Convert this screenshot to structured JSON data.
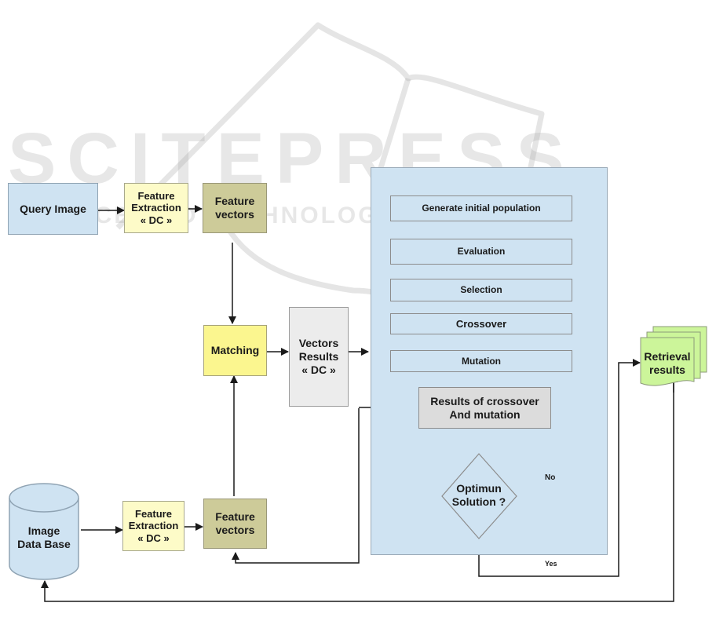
{
  "watermark": {
    "title": "SCITEPRESS",
    "subtitle": "SCIENCE AND TECHNOLOGY PUBLICATIONS"
  },
  "nodes": {
    "query_image": "Query Image",
    "feature_extraction_top": [
      "Feature",
      "Extraction",
      "« DC »"
    ],
    "feature_vectors_top": [
      "Feature",
      "vectors"
    ],
    "matching": "Matching",
    "vectors_results": [
      "Vectors",
      "Results",
      "« DC »"
    ],
    "image_database": [
      "Image",
      "Data Base"
    ],
    "feature_extraction_bottom": [
      "Feature",
      "Extraction",
      "« DC »"
    ],
    "feature_vectors_bottom": [
      "Feature",
      "vectors"
    ],
    "retrieval_results": [
      "Retrieval",
      "results"
    ]
  },
  "genetic_algorithm": {
    "steps": [
      "Generate initial population",
      "Evaluation",
      "Selection",
      "Crossover",
      "Mutation"
    ],
    "results": [
      "Results of crossover",
      "And mutation"
    ],
    "decision": [
      "Optimun",
      "Solution ?"
    ],
    "no_label": "No",
    "yes_label": "Yes"
  },
  "colors": {
    "blue": "#cfe3f2",
    "light_yellow": "#fdfbc8",
    "olive": "#cdcb99",
    "yellow": "#fbf68f",
    "gray": "#ececec",
    "green": "#ccf59a",
    "line": "#1a1a1a"
  }
}
